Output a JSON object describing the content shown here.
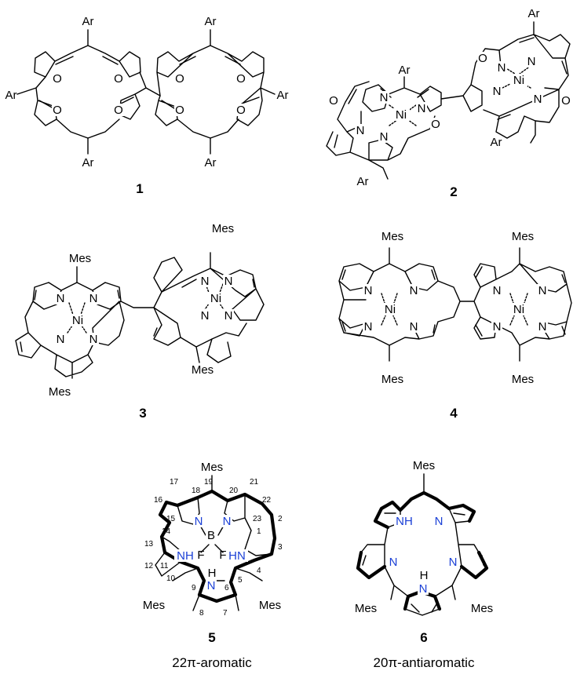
{
  "compounds": [
    {
      "id": "1"
    },
    {
      "id": "2"
    },
    {
      "id": "3"
    },
    {
      "id": "4"
    },
    {
      "id": "5",
      "caption": "22π-aromatic"
    },
    {
      "id": "6",
      "caption": "20π-antiaromatic"
    }
  ],
  "atoms": {
    "ar": "Ar",
    "mes": "Mes",
    "o": "O",
    "n": "N",
    "ni": "Ni",
    "nh": "NH",
    "hn": "HN",
    "b": "B",
    "f": "F",
    "h": "H"
  },
  "numbering": [
    "1",
    "2",
    "3",
    "4",
    "5",
    "6",
    "7",
    "8",
    "9",
    "10",
    "11",
    "12",
    "13",
    "14",
    "15",
    "16",
    "17",
    "18",
    "19",
    "20",
    "21",
    "22",
    "23"
  ],
  "colors": {
    "ink": "#000000",
    "nitrogen_highlight": "#1a3fd6",
    "background": "#ffffff"
  }
}
